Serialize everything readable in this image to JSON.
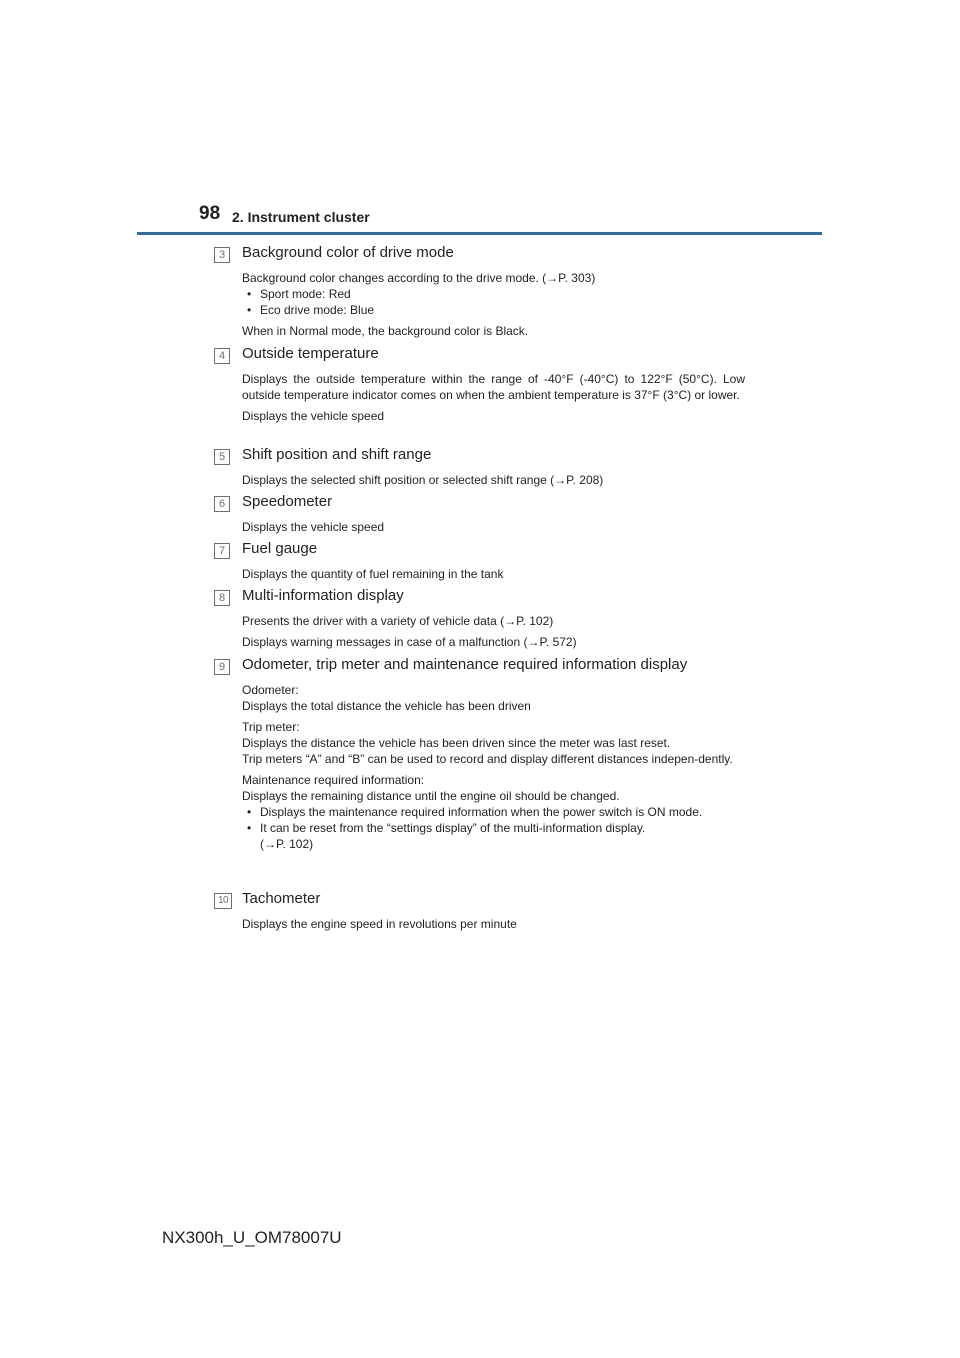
{
  "header": {
    "page_number": "98",
    "section": "2. Instrument cluster"
  },
  "items": {
    "i3": {
      "number": "3",
      "title": "Background color of drive mode",
      "p1": "Background color changes according to the drive mode. (→P. 303)",
      "b1": "Sport mode: Red",
      "b2": "Eco drive mode: Blue",
      "p2": "When in Normal mode, the background color is Black."
    },
    "i4": {
      "number": "4",
      "title": "Outside temperature",
      "p1": "Displays the outside temperature within the range of -40°F (-40°C) to 122°F (50°C). Low outside temperature indicator comes on when the ambient temperature is 37°F (3°C) or lower.",
      "p2": "Displays the vehicle speed"
    },
    "i5": {
      "number": "5",
      "title": "Shift position and shift range",
      "p1": "Displays the selected shift position or selected shift range (→P. 208)"
    },
    "i6": {
      "number": "6",
      "title": "Speedometer",
      "p1": "Displays the vehicle speed"
    },
    "i7": {
      "number": "7",
      "title": "Fuel gauge",
      "p1": "Displays the quantity of fuel remaining in the tank"
    },
    "i8": {
      "number": "8",
      "title": "Multi-information display",
      "p1": "Presents the driver with a variety of vehicle data (→P. 102)",
      "p2": "Displays warning messages in case of a malfunction (→P. 572)"
    },
    "i9": {
      "number": "9",
      "title": "Odometer, trip meter and maintenance required information display",
      "odo_label": "Odometer:",
      "odo_text": "Displays the total distance the vehicle has been driven",
      "trip_label": "Trip meter:",
      "trip_text1": "Displays the distance the vehicle has been driven since the meter was last reset.",
      "trip_text2": "Trip meters “A” and “B” can be used to record and display different distances indepen-dently.",
      "maint_label": "Maintenance required information:",
      "maint_text": "Displays the remaining distance until the engine oil should be changed.",
      "b1": "Displays the maintenance required information when the power switch is ON mode.",
      "b2": "It can be reset from the “settings display” of the multi-information display.",
      "b2_ref": "(→P. 102)"
    },
    "i10": {
      "number": "10",
      "title": "Tachometer",
      "p1": "Displays the engine speed in revolutions per minute"
    }
  },
  "footer": {
    "code": "NX300h_U_OM78007U"
  }
}
